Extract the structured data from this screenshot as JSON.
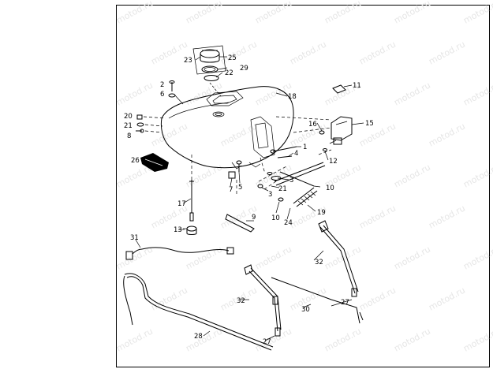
{
  "watermark": {
    "text": "motod.ru"
  },
  "diagram": {
    "callouts": {
      "c1": "1",
      "c2": "2",
      "c3a": "3",
      "c3b": "3",
      "c4": "4",
      "c5": "5",
      "c6": "6",
      "c7": "7",
      "c8": "8",
      "c9": "9",
      "c10a": "10",
      "c10b": "10",
      "c11": "11",
      "c12": "12",
      "c13": "13",
      "c15": "15",
      "c16": "16",
      "c17": "17",
      "c18": "18",
      "c19": "19",
      "c20": "20",
      "c21a": "21",
      "c21b": "21",
      "c22": "22",
      "c23": "23",
      "c24": "24",
      "c25": "25",
      "c26": "26",
      "c27a": "27",
      "c27b": "27",
      "c28": "28",
      "c29": "29",
      "c30": "30",
      "c31": "31",
      "c32a": "32",
      "c32b": "32"
    }
  }
}
